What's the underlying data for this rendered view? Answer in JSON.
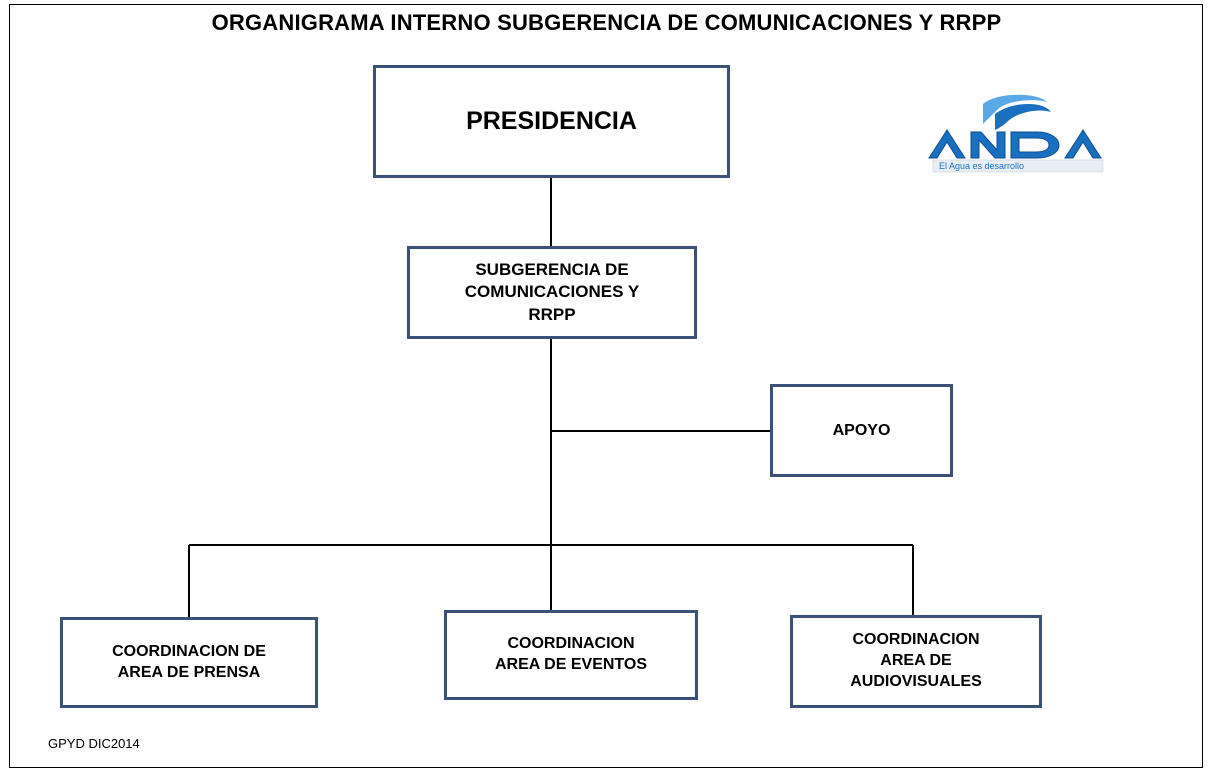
{
  "title": "ORGANIGRAMA INTERNO SUBGERENCIA DE COMUNICACIONES Y RRPP",
  "nodes": {
    "presidencia": "PRESIDENCIA",
    "subgerencia": "SUBGERENCIA  DE\nCOMUNICACIONES  Y\nRRPP",
    "apoyo": "APOYO",
    "prensa": "COORDINACION DE\nAREA DE PRENSA",
    "eventos": "COORDINACION\nAREA DE EVENTOS",
    "audiovisuales": "COORDINACION\nAREA DE\nAUDIOVISUALES"
  },
  "logo": {
    "name": "ANDA",
    "tagline": "El Agua es desarrollo"
  },
  "footer": "GPYD DIC2014",
  "colors": {
    "box_border": "#3a5277",
    "logo_blue": "#1b6fc0",
    "logo_light": "#5aa9e6"
  }
}
